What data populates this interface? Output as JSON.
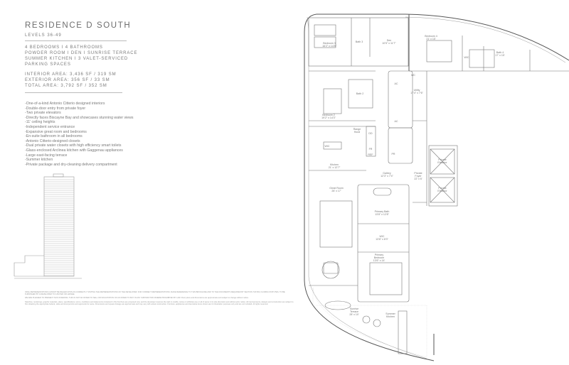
{
  "header": {
    "title": "RESIDENCE D SOUTH",
    "levels": "LEVELS 36-49"
  },
  "specs": [
    "4 BEDROOMS  I  4 BATHROOMS",
    "POWDER ROOM  I  DEN  I  SUNRISE TERRACE",
    "SUMMER KITCHEN  I  3 VALET-SERVICED",
    "PARKING SPACES"
  ],
  "areas": [
    "INTERIOR AREA: 3,436 SF / 319 SM",
    "EXTERIOR AREA: 356 SF / 33 SM",
    "TOTAL AREA: 3,792 SF / 352 SM"
  ],
  "features": [
    "-One-of-a-kind Antonio Citterio designed interiors",
    "-Double-door entry from private foyer",
    "-Two private elevators",
    "-Directly faces Biscayne Bay and showcases stunning water views",
    "-11' ceiling heights",
    "-Independent service entrance",
    "-Expansive great room and bedrooms",
    "-En-suite bathroom in all bedrooms",
    "-Antonio Citterio-designed closets",
    "-Dual private water closets with high efficiency smart toilets",
    "-Glass-enclosed Arclinea kitchen with Gaggenau appliances",
    "-Large east-facing terrace",
    "-Summer kitchen",
    "-Private package and dry-cleaning delivery compartment"
  ],
  "disclaimer": [
    "ORAL REPRESENTATIONS CANNOT BE RELIED UPON AS CORRECTLY STATING THE REPRESENTATIONS OF THE DEVELOPER. FOR CORRECT REPRESENTATIONS, MAKE REFERENCE TO THIS BROCHURE AND TO THE DOCUMENTS REQUIRED BY SECTION 718.503, FLORIDA STATUTES, TO BE FURNISHED BY A DEVELOPER TO A BUYER OR LESSEE.",
    "WE ARE PLEASED TO PRESENT THIS OFFERING. THIS IS NOT AN OFFER TO SELL OR SOLICITATION OF AN OFFER TO BUY IN ANY JURISDICTION WHERE PROHIBITED BY LAW. Floor plans and dimensions are approximate and subject to change without notice.",
    "Sketches, renderings, graphic materials, plans, specifications, terms, conditions and statements contained in this brochure are proposed only, and the developer reserves the right to modify, revise or withdraw any or all of same in its sole discretion and without prior notice. All improvements, designs and construction are subject to first obtaining the appropriate federal, state and local permits and approvals for same. Dimensions and square footage are approximate and may vary with actual construction. Furniture, appliances and decorative items shown are for illustration purposes only and are not included. All rights reserved."
  ],
  "plan": {
    "rooms": {
      "bedroom3": [
        "Bedroom 3",
        "16'2\" x 14'8\""
      ],
      "bath3": [
        "Bath 3"
      ],
      "den": [
        "Den",
        "10'5\" x 11'7\""
      ],
      "bedroom4": [
        "Bedroom 4",
        "21' x 15'"
      ],
      "wic4": [
        "WIC"
      ],
      "bath4": [
        "Bath 4",
        "17' x 15'"
      ],
      "wc": [
        "WC"
      ],
      "ac1": [
        "AC"
      ],
      "utility": [
        "Utility",
        "17'4\" x 7'6\""
      ],
      "bath2": [
        "Bath 2"
      ],
      "bedroom2": [
        "Bedroom 2",
        "19'2\" x 14'3\""
      ],
      "ac2": [
        "AC"
      ],
      "range": [
        "Range",
        "Hood"
      ],
      "dd": [
        "DD"
      ],
      "wic_k": [
        "WIC"
      ],
      "fr": [
        "FR"
      ],
      "ref": [
        "REF"
      ],
      "pr": [
        "PR"
      ],
      "kitchen": [
        "Kitchen",
        "21' x 12'7\""
      ],
      "gallery": [
        "Gallery",
        "12'3\" x 7'4\""
      ],
      "foyer": [
        "Private",
        "Foyer",
        "22' x 6'"
      ],
      "elev1": [
        "Private",
        "Elevator"
      ],
      "elev2": [
        "Private",
        "Elevator"
      ],
      "greatroom": [
        "Great Room",
        "26' x 17'"
      ],
      "primarybath": [
        "Primary Bath",
        "13'8\" x 12'8\""
      ],
      "wicp": [
        "WIC",
        "13'6\" x 8'3\""
      ],
      "primarybed": [
        "Primary",
        "Bedroom",
        "13'6\" x 14'"
      ],
      "terrace": [
        "Sunrise",
        "Terrace",
        "28' x 10'"
      ],
      "summerkitchen": [
        "Summer",
        "Kitchen"
      ]
    }
  }
}
